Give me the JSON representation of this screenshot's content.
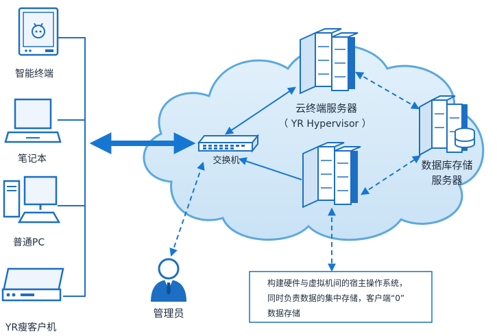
{
  "colors": {
    "cloud_fill": "#d5e9f7",
    "cloud_stroke": "#5aa8e0",
    "link_blue": "#1677d2",
    "device_stroke": "#1c6fc2",
    "device_fill": "#ffffff",
    "text": "#1f2d3d"
  },
  "devices": {
    "smart_terminal": {
      "label": "智能终端",
      "icon": "monitor-robot-icon"
    },
    "laptop": {
      "label": "笔记本",
      "icon": "laptop-icon"
    },
    "pc": {
      "label": "普通PC",
      "icon": "desktop-pc-icon"
    },
    "thin_client": {
      "label": "YR瘦客户机",
      "icon": "thin-client-box-icon"
    },
    "admin": {
      "label": "管理员",
      "icon": "admin-person-icon"
    }
  },
  "nodes": {
    "switch": {
      "label": "交换机",
      "icon": "network-switch-icon"
    },
    "cloud_server": {
      "label_line1": "云终端服务器",
      "label_line2": "（ YR Hypervisor ）",
      "icon": "server-rack-icon"
    },
    "db_server": {
      "label_line1": "数据库存储",
      "label_line2": "服务器",
      "icon": "database-server-icon"
    },
    "host_server": {
      "icon": "server-rack-icon"
    }
  },
  "callout": {
    "line1": "构建硬件与虚拟机间的宿主操作系统，",
    "line2": "同时负责数据的集中存储，客户端“0”",
    "line3": "数据存储"
  }
}
